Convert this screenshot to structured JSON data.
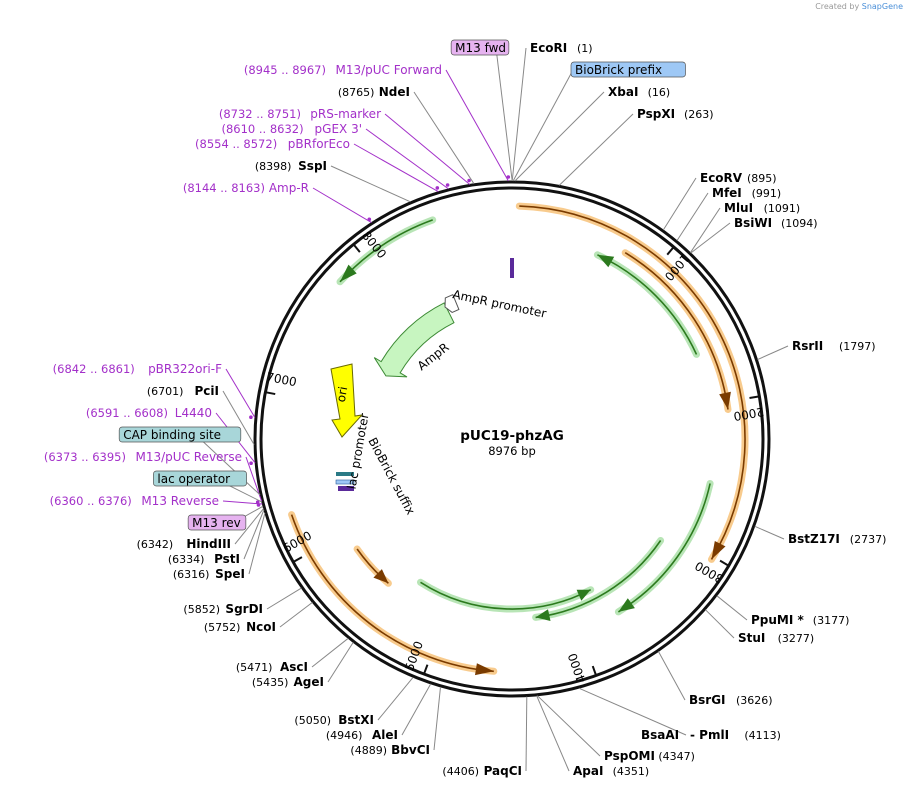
{
  "credit": {
    "prefix": "Created by",
    "brand": "SnapGene"
  },
  "plasmid": {
    "name": "pUC19-phzAG",
    "length_label": "8976 bp",
    "length": 8976
  },
  "ticks": [
    {
      "pos": 1000,
      "label": "1000"
    },
    {
      "pos": 2000,
      "label": "2000"
    },
    {
      "pos": 3000,
      "label": "3000"
    },
    {
      "pos": 4000,
      "label": "4000"
    },
    {
      "pos": 5000,
      "label": "5000"
    },
    {
      "pos": 6000,
      "label": "6000"
    },
    {
      "pos": 7000,
      "label": "7000"
    },
    {
      "pos": 8000,
      "label": "8000"
    }
  ],
  "labels": [
    {
      "kind": "box",
      "text": "M13 fwd",
      "color": "#e6b3f0",
      "anchor": 1,
      "side": "left"
    },
    {
      "kind": "site",
      "name": "EcoRI",
      "pos": "(1)",
      "anchor": 1,
      "side": "right"
    },
    {
      "kind": "box",
      "text": "BioBrick prefix",
      "color": "#9ec8f5",
      "anchor": 6,
      "side": "right"
    },
    {
      "kind": "site",
      "name": "XbaI",
      "pos": "(16)",
      "anchor": 16,
      "side": "right"
    },
    {
      "kind": "site",
      "name": "PspXI",
      "pos": "(263)",
      "anchor": 263,
      "side": "right"
    },
    {
      "kind": "site",
      "name": "EcoRV",
      "pos": "(895)",
      "anchor": 895,
      "side": "right"
    },
    {
      "kind": "site",
      "name": "MfeI",
      "pos": "(991)",
      "anchor": 991,
      "side": "right"
    },
    {
      "kind": "site",
      "name": "MluI",
      "pos": "(1091)",
      "anchor": 1091,
      "side": "right"
    },
    {
      "kind": "site",
      "name": "BsiWI",
      "pos": "(1094)",
      "anchor": 1094,
      "side": "right"
    },
    {
      "kind": "site",
      "name": "RsrII",
      "pos": "(1797)",
      "anchor": 1797,
      "side": "right"
    },
    {
      "kind": "site",
      "name": "BstZ17I",
      "pos": "(2737)",
      "anchor": 2737,
      "side": "right"
    },
    {
      "kind": "site",
      "name": "PpuMI *",
      "pos": "(3177)",
      "anchor": 3177,
      "side": "right"
    },
    {
      "kind": "site",
      "name": "StuI",
      "pos": "(3277)",
      "anchor": 3277,
      "side": "right"
    },
    {
      "kind": "site",
      "name": "BsrGI",
      "pos": "(3626)",
      "anchor": 3626,
      "side": "right"
    },
    {
      "kind": "site",
      "name": "BsaAI",
      "pos": "",
      "anchor": 4113,
      "side": "right"
    },
    {
      "kind": "site",
      "name": "- PmlI",
      "pos": "(4113)",
      "anchor": 4113,
      "side": "right"
    },
    {
      "kind": "site",
      "name": "PspOMI",
      "pos": "(4347)",
      "anchor": 4347,
      "side": "right"
    },
    {
      "kind": "site",
      "name": "ApaI",
      "pos": "(4351)",
      "anchor": 4351,
      "side": "right"
    },
    {
      "kind": "site",
      "name": "PaqCI",
      "pos": "(4406)",
      "anchor": 4406,
      "side": "left"
    },
    {
      "kind": "site",
      "name": "BbvCI",
      "pos": "(4889)",
      "anchor": 4889,
      "side": "left"
    },
    {
      "kind": "site",
      "name": "AleI",
      "pos": "(4946)",
      "anchor": 4946,
      "side": "left"
    },
    {
      "kind": "site",
      "name": "BstXI",
      "pos": "(5050)",
      "anchor": 5050,
      "side": "left"
    },
    {
      "kind": "site",
      "name": "AgeI",
      "pos": "(5435)",
      "anchor": 5435,
      "side": "left"
    },
    {
      "kind": "site",
      "name": "AscI",
      "pos": "(5471)",
      "anchor": 5471,
      "side": "left"
    },
    {
      "kind": "site",
      "name": "NcoI",
      "pos": "(5752)",
      "anchor": 5752,
      "side": "left"
    },
    {
      "kind": "site",
      "name": "SgrDI",
      "pos": "(5852)",
      "anchor": 5852,
      "side": "left"
    },
    {
      "kind": "site",
      "name": "SpeI",
      "pos": "(6316)",
      "anchor": 6316,
      "side": "left"
    },
    {
      "kind": "site",
      "name": "PstI",
      "pos": "(6334)",
      "anchor": 6334,
      "side": "left"
    },
    {
      "kind": "site",
      "name": "HindIII",
      "pos": "(6342)",
      "anchor": 6342,
      "side": "left"
    },
    {
      "kind": "box",
      "text": "M13 rev",
      "color": "#e6b3f0",
      "anchor": 6355,
      "side": "left"
    },
    {
      "kind": "primer",
      "range": "(6360 .. 6376)",
      "name": "M13 Reverse",
      "anchor": 6368,
      "side": "left"
    },
    {
      "kind": "box",
      "text": "lac operator",
      "color": "#a8d6d9",
      "anchor": 6380,
      "side": "left"
    },
    {
      "kind": "primer",
      "range": "(6373 .. 6395)",
      "name": "M13/pUC Reverse",
      "anchor": 6384,
      "side": "left"
    },
    {
      "kind": "box",
      "text": "CAP binding site",
      "color": "#a8d6d9",
      "anchor": 6420,
      "side": "left"
    },
    {
      "kind": "primer",
      "range": "(6591 .. 6608)",
      "name": "L4440",
      "anchor": 6600,
      "side": "left"
    },
    {
      "kind": "site",
      "name": "PciI",
      "pos": "(6701)",
      "anchor": 6701,
      "side": "left"
    },
    {
      "kind": "primer",
      "range": "(6842 .. 6861)",
      "name": "pBR322ori-F",
      "anchor": 6851,
      "side": "left"
    },
    {
      "kind": "primer",
      "range": "(8144 .. 8163)",
      "name": "Amp-R",
      "anchor": 8153,
      "side": "left"
    },
    {
      "kind": "site",
      "name": "SspI",
      "pos": "(8398)",
      "anchor": 8398,
      "side": "left"
    },
    {
      "kind": "primer",
      "range": "(8554 .. 8572)",
      "name": "pBRforEco",
      "anchor": 8563,
      "side": "left"
    },
    {
      "kind": "primer",
      "range": "(8610 .. 8632)",
      "name": "pGEX 3'",
      "anchor": 8621,
      "side": "left"
    },
    {
      "kind": "primer",
      "range": "(8732 .. 8751)",
      "name": "pRS-marker",
      "anchor": 8741,
      "side": "left"
    },
    {
      "kind": "site",
      "name": "NdeI",
      "pos": "(8765)",
      "anchor": 8765,
      "side": "left"
    },
    {
      "kind": "primer",
      "range": "(8945 .. 8967)",
      "name": "M13/pUC Forward",
      "anchor": 8956,
      "side": "left"
    }
  ],
  "features": [
    {
      "name": "AmpR",
      "start": 7455,
      "end": 8315,
      "direction": "ccw",
      "color": "#c7f5c0",
      "type": "cds"
    },
    {
      "name": "AmpR promoter",
      "start": 8315,
      "end": 8420,
      "direction": "ccw",
      "color": "#ffffff",
      "type": "promoter"
    },
    {
      "name": "ori",
      "start": 6860,
      "end": 7448,
      "direction": "ccw",
      "color": "#ffff00",
      "type": "ori"
    },
    {
      "name": "lac promoter",
      "start": 6400,
      "end": 6431,
      "direction": "cw",
      "color": "#ffffff",
      "type": "small"
    },
    {
      "name": "BioBrick suffix",
      "start": 6300,
      "end": 6330,
      "direction": "cw",
      "color": "#9ec8f5",
      "type": "small"
    }
  ],
  "arcs": [
    {
      "start": 45,
      "end": 3020,
      "r": 233,
      "color": "#f3a030",
      "direction": "cw"
    },
    {
      "start": 4600,
      "end": 6260,
      "r": 233,
      "color": "#f3a030",
      "direction": "ccw"
    },
    {
      "start": 780,
      "end": 2050,
      "r": 218,
      "color": "#f3a030",
      "direction": "cw"
    },
    {
      "start": 620,
      "end": 1630,
      "r": 203,
      "color": "#7ed07a",
      "direction": "ccw"
    },
    {
      "start": 2560,
      "end": 3700,
      "r": 203,
      "color": "#7ed07a",
      "direction": "cw"
    },
    {
      "start": 3800,
      "end": 5300,
      "r": 170,
      "color": "#7ed07a",
      "direction": "ccw"
    },
    {
      "start": 5500,
      "end": 5850,
      "r": 190,
      "color": "#f3a030",
      "direction": "ccw"
    },
    {
      "start": 7790,
      "end": 8480,
      "r": 233,
      "color": "#7ed07a",
      "direction": "ccw"
    },
    {
      "start": 3100,
      "end": 4300,
      "r": 180,
      "color": "#7ed07a",
      "direction": "cw"
    }
  ]
}
